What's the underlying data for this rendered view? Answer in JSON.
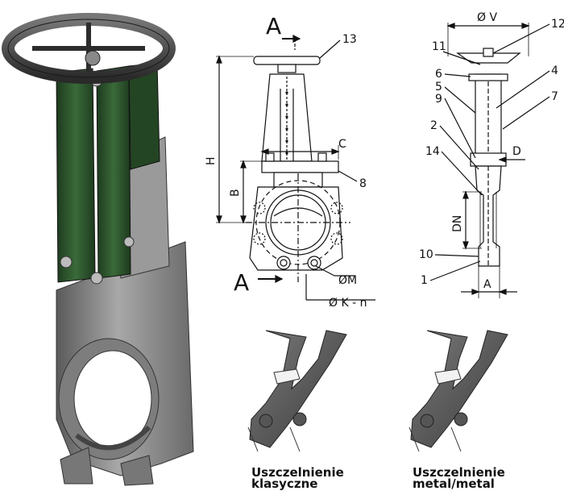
{
  "front_view": {
    "section_marker_top": "A",
    "section_marker_bottom": "A",
    "dim_height": "H",
    "dim_c": "C",
    "dim_b": "B",
    "dim_m": "ØM",
    "dim_k": "Ø K - n",
    "callout_13": "13",
    "callout_8": "8"
  },
  "side_view": {
    "dim_v": "Ø V",
    "dim_d": "D",
    "dim_dn": "DN",
    "dim_a": "A",
    "callouts": [
      "12",
      "11",
      "4",
      "6",
      "5",
      "7",
      "9",
      "2",
      "14",
      "10",
      "1"
    ]
  },
  "captions": {
    "seal_classic": [
      "Uszczelnienie",
      "klasyczne"
    ],
    "seal_metal": [
      "Uszczelnienie",
      "metal/metal"
    ]
  },
  "colors": {
    "frame_green": "#2e4f2e",
    "body_grey": "#8a8a8a",
    "seal_white": "#f2f2f2"
  }
}
